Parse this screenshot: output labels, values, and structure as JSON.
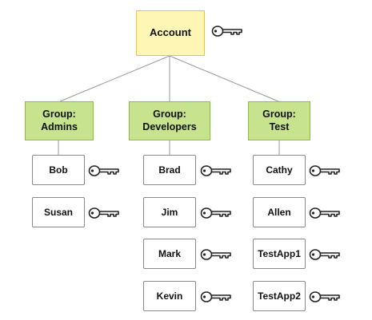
{
  "account": {
    "label": "Account"
  },
  "groups": [
    {
      "label": "Group:\nAdmins",
      "users": [
        "Bob",
        "Susan"
      ]
    },
    {
      "label": "Group:\nDevelopers",
      "users": [
        "Brad",
        "Jim",
        "Mark",
        "Kevin"
      ]
    },
    {
      "label": "Group:\nTest",
      "users": [
        "Cathy",
        "Allen",
        "TestApp1",
        "TestApp2"
      ]
    }
  ],
  "icons": {
    "credential": "key-icon"
  },
  "colors": {
    "account_fill": "#fdf6b4",
    "account_border": "#f0c52c",
    "group_fill": "#c8e38d",
    "group_border": "#8dbe3c",
    "user_border": "#8a8a8a",
    "connector": "#9a9a9a"
  }
}
